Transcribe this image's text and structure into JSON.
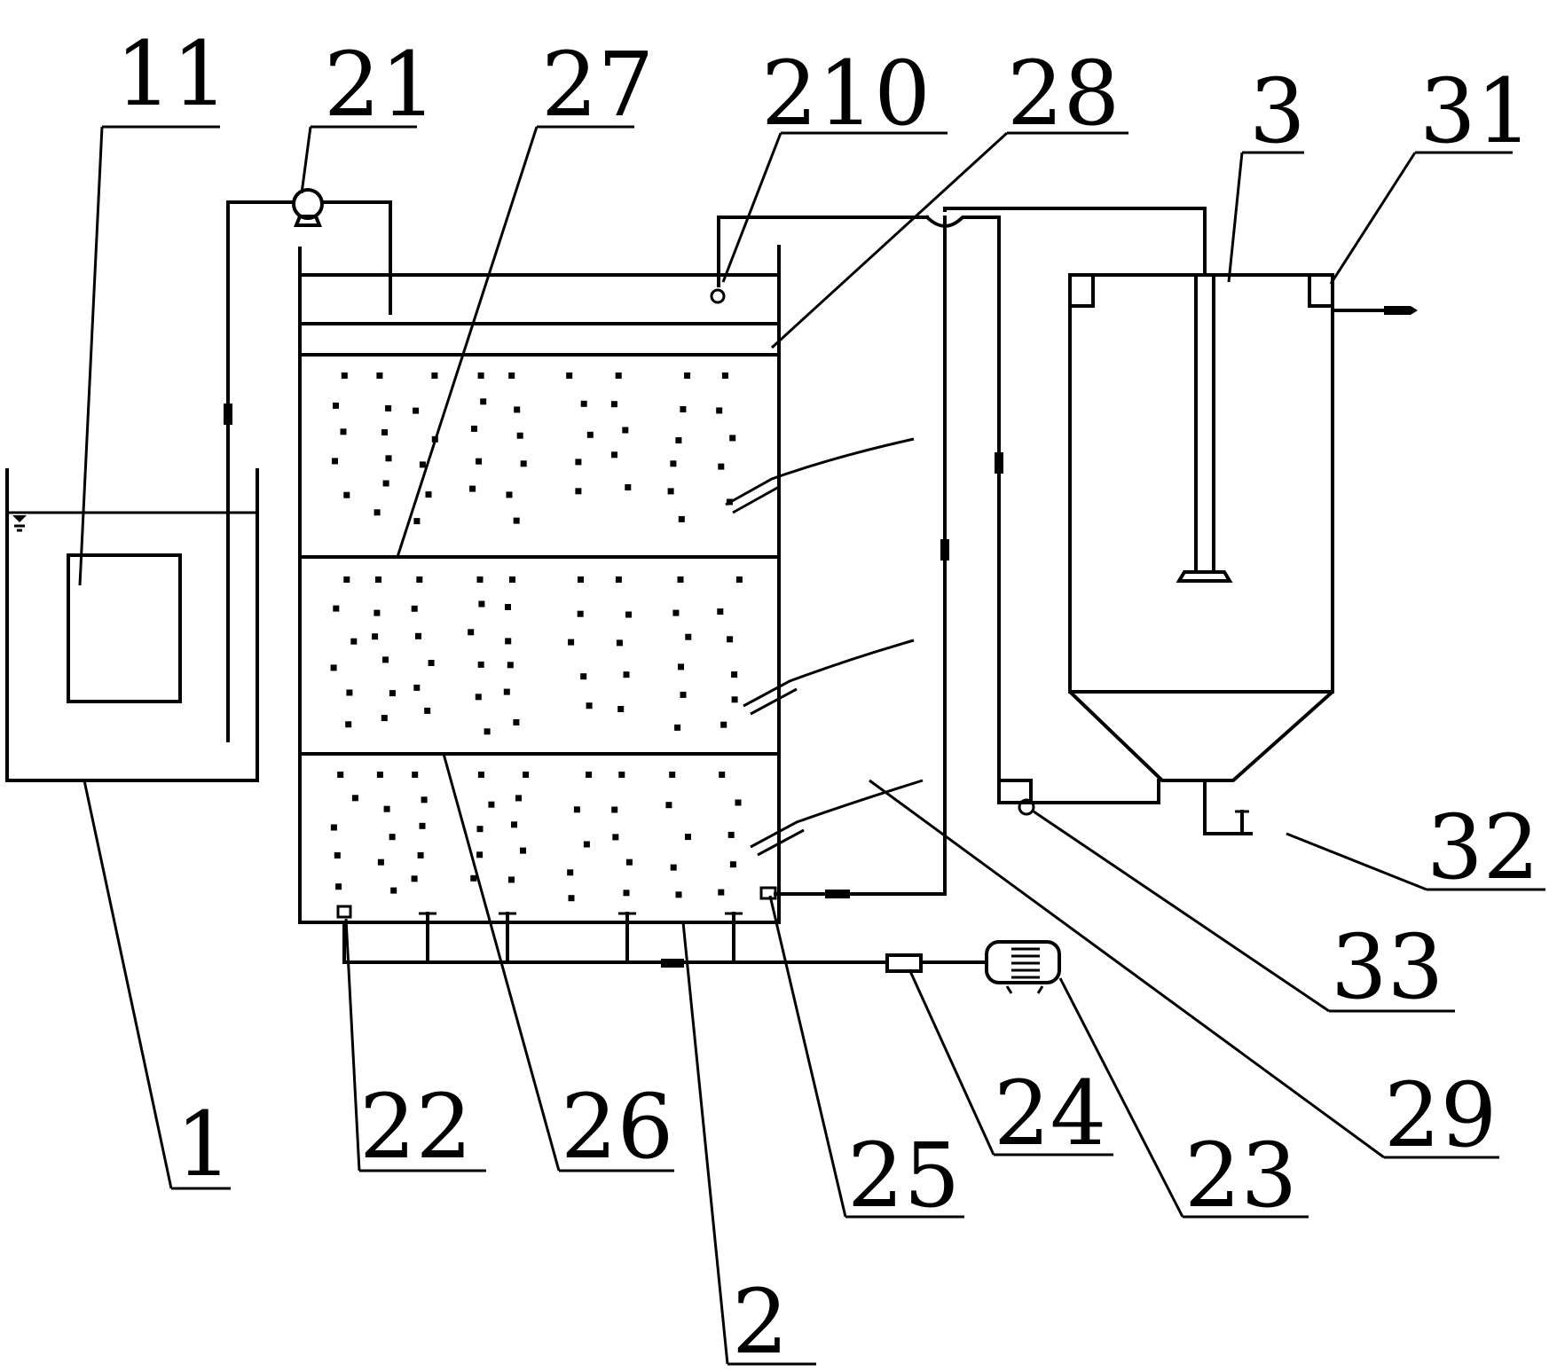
{
  "labels": {
    "l11": "11",
    "l21": "21",
    "l27": "27",
    "l210": "210",
    "l28": "28",
    "l3": "3",
    "l31": "31",
    "l32": "32",
    "l33": "33",
    "l29": "29",
    "l23": "23",
    "l24": "24",
    "l25": "25",
    "l2": "2",
    "l26": "26",
    "l22": "22",
    "l1": "1"
  },
  "colors": {
    "line": "#000000",
    "background": "#ffffff"
  }
}
